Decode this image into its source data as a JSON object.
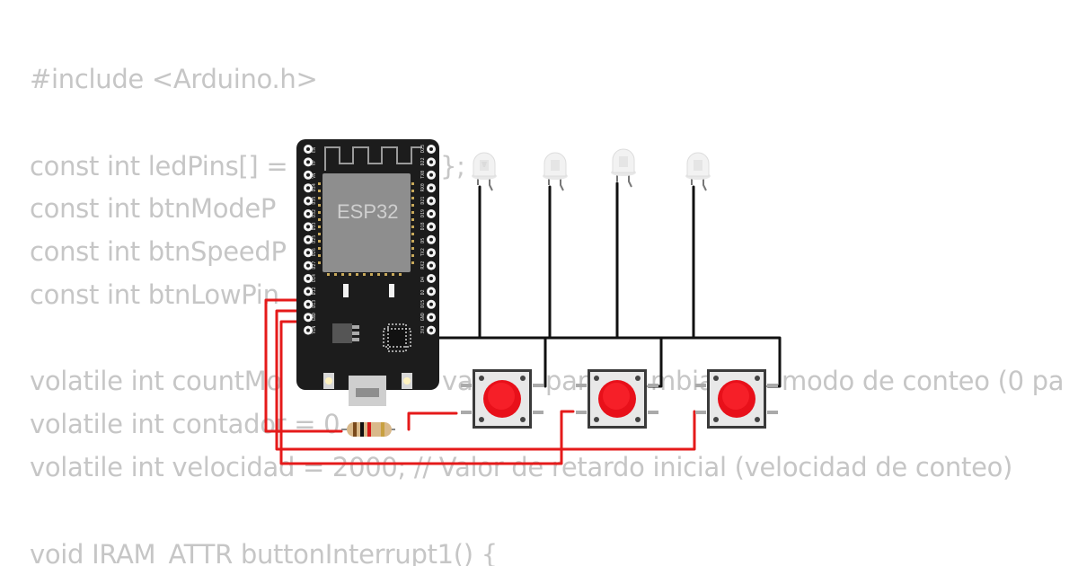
{
  "code": {
    "lines": [
      "#include <Arduino.h>",
      "const int ledPins[] = {",
      "const int btnModeP",
      "const int btnSpeedP",
      "const int btnLowPin",
      "volatile int countMo",
      "volatile int contador = 0",
      "volatile int velocidad = 2000; // Valor de retardo inicial (velocidad de conteo)",
      "void IRAM_ATTR buttonInterrupt1() {"
    ],
    "fragments": {
      "ledpins_tail": "};",
      "countmode_mid": "var",
      "countmode_tail_a": "para",
      "countmode_tail_b": "mbia",
      "countmode_tail_c": "modo de conteo (0 pa"
    }
  },
  "board": {
    "chip_label": "ESP32",
    "left_pins": [
      "EN",
      "VP",
      "VN",
      "D34",
      "D35",
      "D32",
      "D33",
      "D25",
      "D26",
      "D27",
      "D14",
      "D12",
      "D13",
      "GND",
      "VIN"
    ],
    "right_pins": [
      "D23",
      "D22",
      "TX0",
      "RX0",
      "D21",
      "D19",
      "D18",
      "D5",
      "TX2",
      "RX2",
      "D4",
      "D2",
      "D15",
      "GND",
      "3V3"
    ]
  },
  "components": {
    "leds": 4,
    "pushbuttons": 3,
    "resistors": 1
  },
  "colors": {
    "code_text": "#c6c6c6",
    "board": "#1c1c1c",
    "wire_red": "#e51a1a",
    "wire_black": "#111111",
    "button_cap": "#e8101a",
    "led_body": "#f2f2f2"
  }
}
